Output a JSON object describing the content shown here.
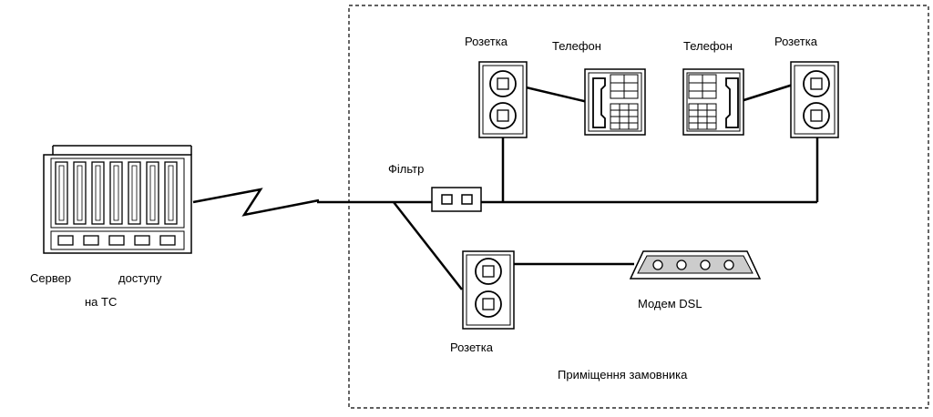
{
  "diagram": {
    "premises_label": "Приміщення замовника",
    "server": {
      "label_left": "Сервер",
      "label_right": "доступу",
      "label_bottom": "на ТС",
      "slot_count": 7,
      "port_count": 5
    },
    "filter_label": "Фільтр",
    "socket_top_left_label": "Розетка",
    "socket_top_right_label": "Розетка",
    "socket_bottom_label": "Розетка",
    "phone_left_label": "Телефон",
    "phone_right_label": "Телефон",
    "modem_label": "Модем DSL",
    "modem_led_count": 4,
    "colors": {
      "stroke": "#000000",
      "background": "#ffffff"
    }
  }
}
